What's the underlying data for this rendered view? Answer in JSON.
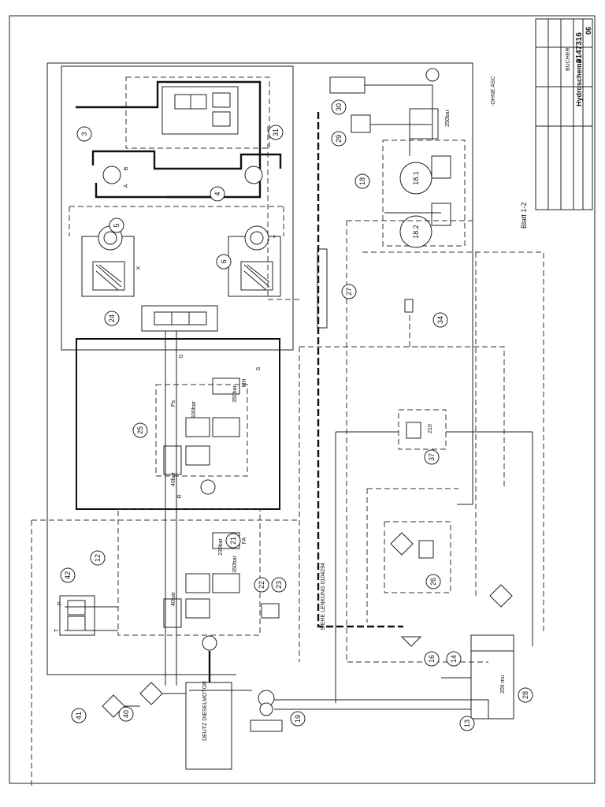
{
  "title_block": {
    "company": "BUCHER",
    "sheet_title": "Hydroschema",
    "drawing_number": "0147316",
    "sheet_index": "06",
    "sheet_label": "Blatt 1-2"
  },
  "notes": {
    "option_note": "-OHNE ASC",
    "steering_note": "SIEHE LENKUNG 0104294",
    "engine_label": "DEUTZ DIESELMOTOR"
  },
  "components": [
    {
      "id": "3"
    },
    {
      "id": "4"
    },
    {
      "id": "5"
    },
    {
      "id": "6"
    },
    {
      "id": "12"
    },
    {
      "id": "13"
    },
    {
      "id": "14"
    },
    {
      "id": "16"
    },
    {
      "id": "18"
    },
    {
      "id": "18.1"
    },
    {
      "id": "18.2"
    },
    {
      "id": "19"
    },
    {
      "id": "21"
    },
    {
      "id": "22"
    },
    {
      "id": "23"
    },
    {
      "id": "24"
    },
    {
      "id": "25"
    },
    {
      "id": "26"
    },
    {
      "id": "27"
    },
    {
      "id": "28"
    },
    {
      "id": "29"
    },
    {
      "id": "30"
    },
    {
      "id": "31"
    },
    {
      "id": "34"
    },
    {
      "id": "37"
    },
    {
      "id": "40"
    },
    {
      "id": "41"
    },
    {
      "id": "42"
    }
  ],
  "valve_settings": {
    "v1": "330bar",
    "v2": "350bar",
    "v3": "40bar",
    "v4": "230bar",
    "v5": "350bar",
    "v6": "40bar",
    "v7": "210",
    "v8": "250bar"
  },
  "port_labels": {
    "p": "P",
    "t": "T",
    "a": "A",
    "b": "B",
    "r": "R",
    "x": "X",
    "y": "Y",
    "g": "G",
    "s": "S",
    "ps": "Ps",
    "mh": "MH",
    "fa": "FA"
  },
  "tank": {
    "volume": "200 mu"
  },
  "colors": {
    "line": "#222222",
    "background": "#ffffff"
  }
}
